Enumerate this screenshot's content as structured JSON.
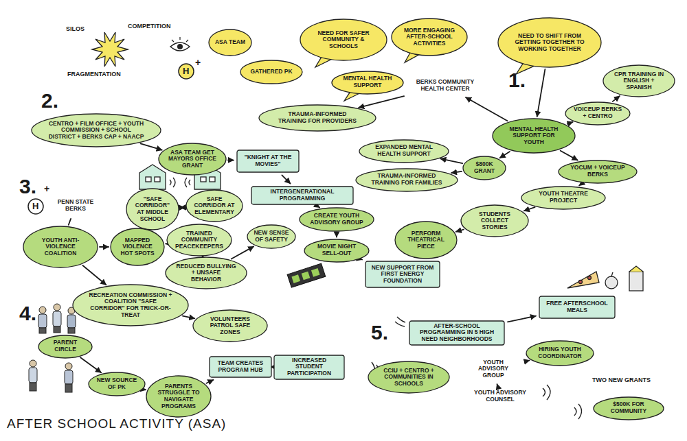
{
  "diagram": {
    "title": "AFTER SCHOOL ACTIVITY (ASA)",
    "nodes": [
      {
        "text": [
          "ASA TEAM"
        ]
      },
      {
        "text": [
          "GATHERED PK"
        ]
      },
      {
        "text": [
          "NEED FOR SAFER COMMUNITY & SCHOOLS"
        ]
      },
      {
        "text": [
          "MORE ENGAGING AFTER-SCHOOL ACTIVITIES"
        ]
      },
      {
        "text": [
          "MENTAL HEALTH SUPPORT"
        ]
      },
      {
        "text": [
          "NEED TO SHIFT FROM GETTING TOGETHER TO WORKING TOGETHER"
        ]
      },
      {
        "text": [
          "MENTAL HEALTH SUPPORT FOR YOUTH"
        ]
      },
      {
        "text": [
          "BERKS COMMUNITY HEALTH CENTER"
        ]
      },
      {
        "text": [
          "TRAUMA-INFORMED TRAINING FOR PROVIDERS"
        ]
      },
      {
        "text": [
          "VOICEUP BERKS + CENTRO"
        ]
      },
      {
        "text": [
          "CPR TRAINING IN ENGLISH + SPANISH"
        ]
      },
      {
        "text": [
          "EXPANDED MENTAL HEALTH SUPPORT"
        ]
      },
      {
        "text": [
          "$800K GRANT"
        ]
      },
      {
        "text": [
          "TRAUMA-INFORMED TRAINING FOR FAMILIES"
        ]
      },
      {
        "text": [
          "YOCUM + VOICEUP BERKS"
        ]
      },
      {
        "text": [
          "YOUTH THEATRE PROJECT"
        ]
      },
      {
        "text": [
          "STUDENTS COLLECT STORIES"
        ]
      },
      {
        "text": [
          "PERFORM THEATRICAL PIECE"
        ]
      },
      {
        "text": [
          "CENTRO + FILM OFFICE + YOUTH COMMISSION + SCHOOL DISTRICT + BERKS CAP + NAACP"
        ]
      },
      {
        "text": [
          "ASA TEAM GET MAYORS OFFICE GRANT"
        ]
      },
      {
        "text": [
          "\"KNIGHT AT THE MOVIES\""
        ]
      },
      {
        "text": [
          "INTERGENERATIONAL PROGRAMMING"
        ]
      },
      {
        "text": [
          "CREATE YOUTH ADVISORY GROUP"
        ]
      },
      {
        "text": [
          "MOVIE NIGHT SELL-OUT"
        ]
      },
      {
        "text": [
          "NEW SUPPORT FROM FIRST ENERGY FOUNDATION"
        ]
      },
      {
        "text": [
          "PENN STATE BERKS"
        ]
      },
      {
        "text": [
          "YOUTH ANTI-VIOLENCE COALITION"
        ]
      },
      {
        "text": [
          "MAPPED VIOLENCE HOT SPOTS"
        ]
      },
      {
        "text": [
          "\"SAFE CORRIDOR\" AT MIDDLE SCHOOL"
        ]
      },
      {
        "text": [
          "SAFE CORRIDOR AT ELEMENTARY"
        ]
      },
      {
        "text": [
          "TRAINED COMMUNITY PEACEKEEPERS"
        ]
      },
      {
        "text": [
          "REDUCED BULLYING + UNSAFE BEHAVIOR"
        ]
      },
      {
        "text": [
          "NEW SENSE OF SAFETY"
        ]
      },
      {
        "text": [
          "RECREATION COMMISSION + COALITION \"SAFE CORRIDOR\" FOR TRICK-OR-TREAT"
        ]
      },
      {
        "text": [
          "VOLUNTEERS PATROL SAFE ZONES"
        ]
      },
      {
        "text": [
          "PARENT CIRCLE"
        ]
      },
      {
        "text": [
          "NEW SOURCE OF PK"
        ]
      },
      {
        "text": [
          "PARENTS STRUGGLE TO NAVIGATE PROGRAMS"
        ]
      },
      {
        "text": [
          "TEAM CREATES PROGRAM HUB"
        ]
      },
      {
        "text": [
          "INCREASED STUDENT PARTICIPATION"
        ]
      },
      {
        "text": [
          "AFTER-SCHOOL PROGRAMMING IN 5 HIGH NEED NEIGHBORHOODS"
        ]
      },
      {
        "text": [
          "FREE AFTERSCHOOL MEALS"
        ]
      },
      {
        "text": [
          "CCIU + CENTRO + COMMUNITIES IN SCHOOLS"
        ]
      },
      {
        "text": [
          "YOUTH ADVISORY GROUP"
        ]
      },
      {
        "text": [
          "YOUTH ADVISORY COUNSEL"
        ]
      },
      {
        "text": [
          "HIRING YOUTH COORDINATOR"
        ]
      },
      {
        "text": [
          "$500K FOR COMMUNITY"
        ]
      }
    ],
    "edges": [
      {
        "from": 5,
        "to": 6,
        "arrow": "to"
      },
      {
        "from": 6,
        "to": 7,
        "arrow": "to"
      },
      {
        "from": 7,
        "to": 8,
        "arrow": "to"
      },
      {
        "from": 6,
        "to": 9,
        "arrow": "to"
      },
      {
        "from": 9,
        "to": 10,
        "arrow": "to"
      },
      {
        "from": 6,
        "to": 12,
        "arrow": "to"
      },
      {
        "from": 12,
        "to": 11,
        "arrow": "to"
      },
      {
        "from": 12,
        "to": 13,
        "arrow": "to"
      },
      {
        "from": 6,
        "to": 14,
        "arrow": "to"
      },
      {
        "from": 14,
        "to": 15,
        "arrow": "to"
      },
      {
        "from": 15,
        "to": 16,
        "arrow": "to"
      },
      {
        "from": 16,
        "to": 17,
        "arrow": "to"
      },
      {
        "from": 18,
        "to": 19,
        "arrow": "to"
      },
      {
        "from": 19,
        "to": 20,
        "arrow": "to"
      },
      {
        "from": 20,
        "to": 21,
        "arrow": "to"
      },
      {
        "from": 21,
        "to": 22,
        "arrow": "to"
      },
      {
        "from": 22,
        "to": 23,
        "arrow": "to"
      },
      {
        "from": 23,
        "to": 24,
        "arrow": "to"
      },
      {
        "from": 25,
        "to": 26,
        "arrow": "none"
      },
      {
        "from": 26,
        "to": 27,
        "arrow": "to"
      },
      {
        "from": 27,
        "to": 28,
        "arrow": "to"
      },
      {
        "from": 28,
        "to": 29,
        "arrow": "both"
      },
      {
        "from": 27,
        "to": 30,
        "arrow": "to"
      },
      {
        "from": 30,
        "to": 31,
        "arrow": "to"
      },
      {
        "from": 31,
        "to": 32,
        "arrow": "to"
      },
      {
        "from": 26,
        "to": 33,
        "arrow": "to"
      },
      {
        "from": 33,
        "to": 34,
        "arrow": "to"
      },
      {
        "from": 35,
        "to": 36,
        "arrow": "to"
      },
      {
        "from": 36,
        "to": 37,
        "arrow": "to"
      },
      {
        "from": 37,
        "to": 38,
        "arrow": "to"
      },
      {
        "from": 38,
        "to": 39,
        "arrow": "to"
      },
      {
        "from": 40,
        "to": 41,
        "arrow": "to"
      },
      {
        "from": 43,
        "to": 44,
        "arrow": "to"
      },
      {
        "from": 43,
        "to": 45,
        "arrow": "to"
      }
    ],
    "labels": [
      "SILOS",
      "COMPETITION",
      "FRAGMENTATION",
      "H",
      "+",
      "1.",
      "2.",
      "3.",
      "H",
      "+",
      "4.",
      "5.",
      "TWO NEW GRANTS"
    ]
  }
}
